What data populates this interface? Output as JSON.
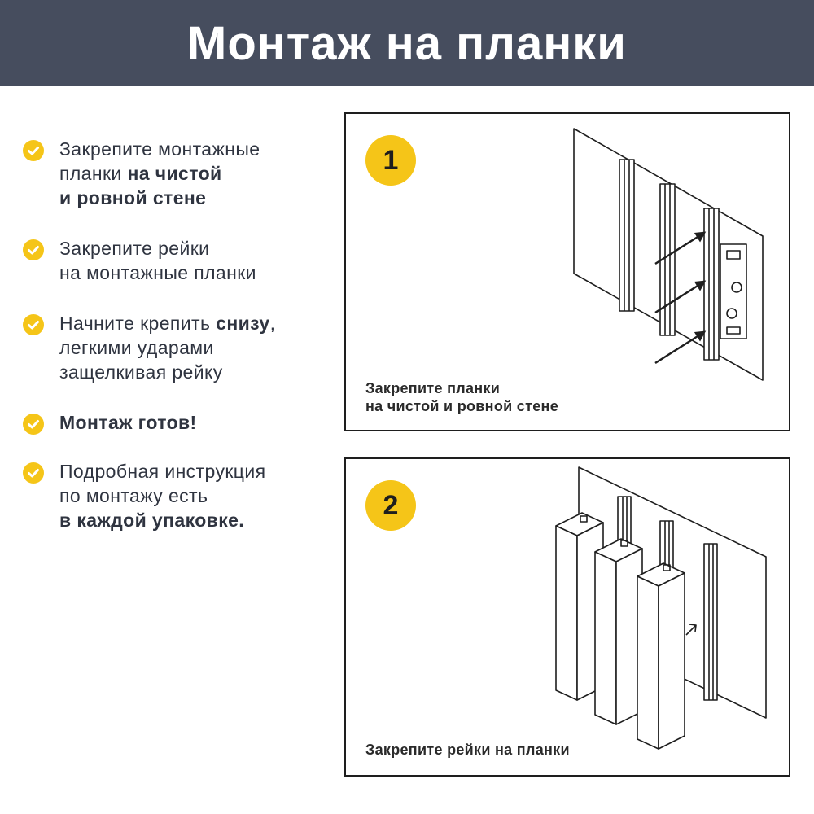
{
  "header": {
    "title": "Монтаж на планки"
  },
  "steps": [
    {
      "parts": [
        {
          "text": "Закрепите монтажные"
        },
        {
          "text": "планки ",
          "br_before": true
        },
        {
          "text": "на чистой",
          "bold": true
        },
        {
          "text": "и ровной стене",
          "bold": true,
          "br_before": true
        }
      ]
    },
    {
      "parts": [
        {
          "text": "Закрепите рейки"
        },
        {
          "text": "на монтажные планки",
          "br_before": true
        }
      ]
    },
    {
      "parts": [
        {
          "text": "Начните крепить "
        },
        {
          "text": "снизу",
          "bold": true
        },
        {
          "text": ","
        },
        {
          "text": "легкими ударами",
          "br_before": true
        },
        {
          "text": "защелкивая рейку",
          "br_before": true
        }
      ]
    },
    {
      "parts": [
        {
          "text": "Монтаж готов!",
          "bold": true
        }
      ]
    },
    {
      "parts": [
        {
          "text": "Подробная инструкция"
        },
        {
          "text": "по монтажу есть",
          "br_before": true
        },
        {
          "text": "в каждой упаковке.",
          "bold": true,
          "br_before": true
        }
      ]
    }
  ],
  "panels": [
    {
      "number": "1",
      "caption_line1": "Закрепите планки",
      "caption_line2": "на чистой и ровной стене"
    },
    {
      "number": "2",
      "caption_line1": "Закрепите рейки на планки",
      "caption_line2": ""
    }
  ],
  "colors": {
    "header_bg": "#464d5e",
    "accent": "#f5c518",
    "text": "#2f3440"
  },
  "icons": {
    "check": "check-circle-icon"
  }
}
